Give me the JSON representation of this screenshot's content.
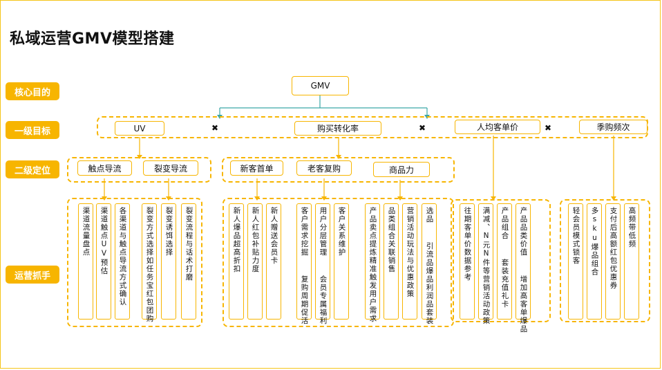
{
  "title": "私域运营GMV模型搭建",
  "row_labels": [
    "核心目的",
    "一级目标",
    "二级定位",
    "运营抓手"
  ],
  "core": "GMV",
  "level1": [
    "UV",
    "购买转化率",
    "人均客单价",
    "季购频次"
  ],
  "multiply_symbol": "✖",
  "level2": [
    "触点导流",
    "裂变导流",
    "新客首单",
    "老客复购",
    "商品力"
  ],
  "actions": [
    "渠道流量盘点",
    "渠道触点UV预估",
    "各渠道与触点导流方式确认",
    "裂变方式选择如任务宝红包团购",
    "裂变诱饵选择",
    "裂变流程与话术打磨",
    "新人爆品超高折扣",
    "新人红包补贴力度",
    "新人赠送会员卡",
    "客户需求挖掘  复购周期促活",
    "用户分层管理  会员专属福利",
    "客户关系维护",
    "产品卖点提炼精准触发用户需求",
    "品类组合关联销售",
    "营销活动玩法与优惠政策",
    "选品  引流品爆品利润品套装",
    "往期客单价数据参考",
    "满减、N元N件等营销活动政策",
    "产品组合  套装充值礼卡",
    "产品品类价值  增加高客单爆品",
    "轻会员模式锁客",
    "多sku爆品组合",
    "支付后高额红包优惠券",
    "高频带低频"
  ],
  "colors": {
    "accent": "#f7b500",
    "connector": "#3aa6a6"
  }
}
